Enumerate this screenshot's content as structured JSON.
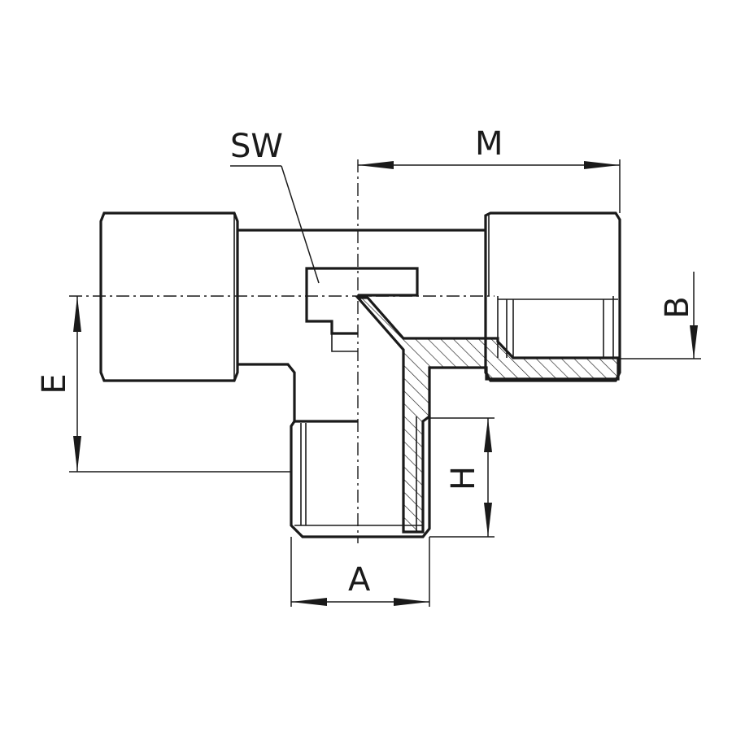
{
  "labels": {
    "sw": "SW",
    "m": "M",
    "b": "B",
    "e": "E",
    "h": "H",
    "a": "A"
  },
  "colors": {
    "line": "#1a1a1a",
    "background": "#ffffff"
  }
}
